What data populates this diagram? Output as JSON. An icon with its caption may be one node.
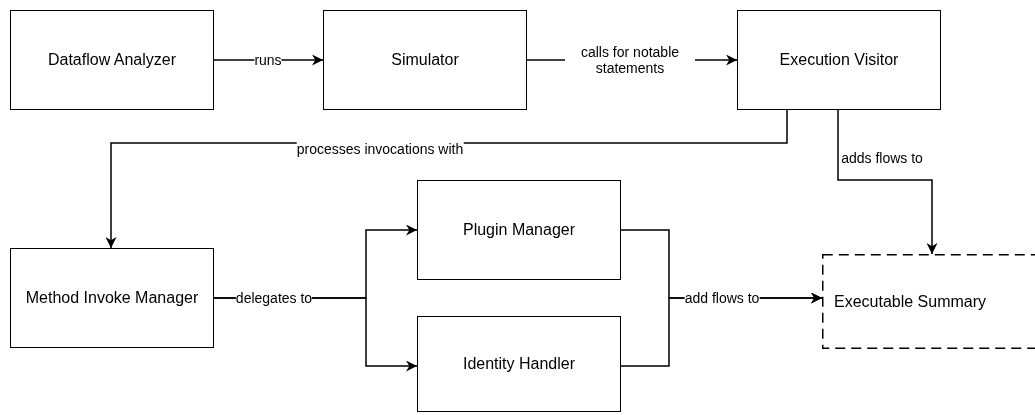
{
  "diagram": {
    "nodes": [
      {
        "text": [
          "Dataflow Analyzer"
        ]
      },
      {
        "text": [
          "Simulator"
        ]
      },
      {
        "text": [
          "Execution Visitor"
        ]
      },
      {
        "text": [
          "Method Invoke Manager"
        ]
      },
      {
        "text": [
          "Plugin Manager"
        ]
      },
      {
        "text": [
          "Identity Handler"
        ]
      },
      {
        "text": [
          "Executable Summary"
        ]
      }
    ],
    "edges": [
      {
        "from": 0,
        "to": 1,
        "arrow": "to",
        "label": "runs"
      },
      {
        "from": 1,
        "to": 2,
        "arrow": "to",
        "label": "calls for notable statements"
      },
      {
        "from": 2,
        "to": 3,
        "arrow": "to",
        "label": "processes invocations with"
      },
      {
        "from": 2,
        "to": 6,
        "arrow": "to",
        "label": "adds flows to"
      },
      {
        "from": 3,
        "to": 4,
        "arrow": "to",
        "label": "delegates to"
      },
      {
        "from": 3,
        "to": 5,
        "arrow": "to"
      },
      {
        "from": 4,
        "to": 6,
        "arrow": "to",
        "label": "add flows to"
      },
      {
        "from": 5,
        "to": 6,
        "arrow": "to"
      }
    ]
  }
}
